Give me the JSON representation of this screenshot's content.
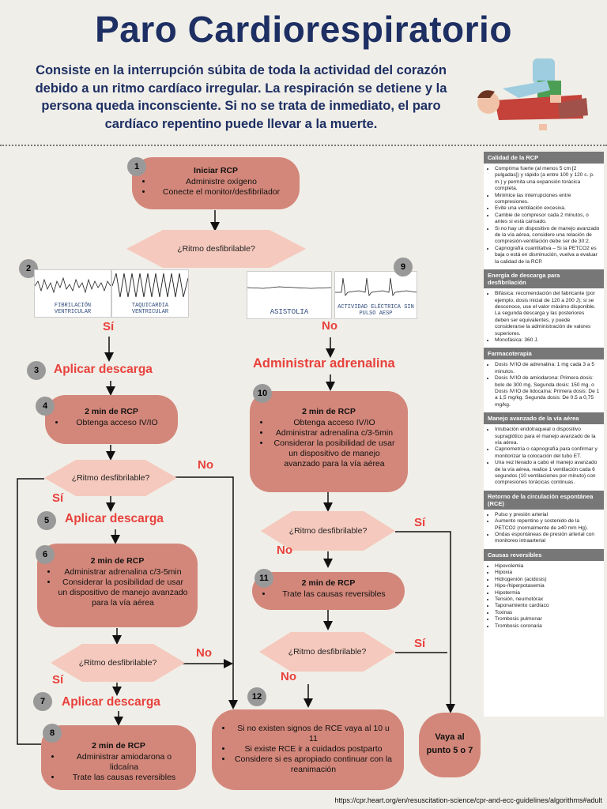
{
  "title": "Paro Cardiorespiratorio",
  "intro": "Consiste en la interrupción súbita de toda la actividad del corazón debido a un ritmo cardíaco irregular. La respiración se detiene y la persona queda inconsciente. Si no se trata de inmediato, el paro cardíaco repentino puede llevar a la muerte.",
  "nodes": {
    "n1": {
      "num": "1",
      "title": "Iniciar RCP",
      "items": [
        "Administre oxígeno",
        "Conecte el monitor/desfibrilador"
      ]
    },
    "q_top": "¿Ritmo desfibrilable?",
    "n2": "2",
    "n9": "9",
    "ecg_fv": "FIBRILACIÓN VENTRICULAR",
    "ecg_tv": "TAQUICARDIA VENTRICULAR",
    "ecg_as": "ASISTOLIA",
    "ecg_aesp": "ACTIVIDAD ELÉCTRICA SIN PULSO AESP",
    "si": "Sí",
    "no": "No",
    "n3": {
      "num": "3",
      "label": "Aplicar descarga"
    },
    "n4": {
      "num": "4",
      "title": "2 min de RCP",
      "items": [
        "Obtenga acceso IV/IO"
      ]
    },
    "q_left1": "¿Ritmo desfibrilable?",
    "n5": {
      "num": "5",
      "label": "Aplicar descarga"
    },
    "n6": {
      "num": "6",
      "title": "2 min de RCP",
      "items": [
        "Administrar adrenalina c/3-5min",
        "Considerar la posibilidad de usar un dispositivo de manejo avanzado para la vía aérea"
      ]
    },
    "q_left2": "¿Ritmo desfibrilable?",
    "n7": {
      "num": "7",
      "label": "Aplicar descarga"
    },
    "n8": {
      "num": "8",
      "title": "2 min de RCP",
      "items": [
        "Administrar amiodarona o lidcaína",
        "Trate las causas reversibles"
      ]
    },
    "adrenalina": "Administrar adrenalina",
    "n10": {
      "num": "10",
      "title": "2 min de RCP",
      "items": [
        "Obtenga acceso IV/IO",
        "Administrar adrenalina c/3-5min",
        "Considerar la posibilidad de usar un dispositivo de manejo avanzado para la vía aérea"
      ]
    },
    "q_right1": "¿Ritmo desfibrilable?",
    "n11": {
      "num": "11",
      "title": "2 min de RCP",
      "items": [
        "Trate las causas reversibles"
      ]
    },
    "q_right2": "¿Ritmo desfibrilable?",
    "n12": {
      "num": "12",
      "items": [
        "Si no existen signos de RCE vaya al 10 u 11",
        "Si existe RCE ir a cuidados postparto",
        "Considere si es apropiado continuar con la reanimación"
      ]
    },
    "goto": "Vaya al punto 5 o 7"
  },
  "sidebar": {
    "s1_title": "Calidad de la RCP",
    "s1_items": [
      "Comprima fuerte (al menos 5 cm [2 pulgadas]) y rápido (a entre 100 y 120 c. p. m.) y permita una expansión torácica completa.",
      "Minimice las interrupciones entre compresiones.",
      "Evite una ventilación excesiva.",
      "Cambie de compresor cada 2 minutos, o antes si está cansado.",
      "Si no hay un dispositivo de manejo avanzado de la vía aérea, considere una relación de compresión-ventilación debe ser de 30:2.",
      "Capnografía cuantitativa – Si la PETCO2 es baja o está en disminución, vuelva a evaluar la calidad de la RCP."
    ],
    "s2_title": "Energía de descarga para desfibrilación",
    "s2_items": [
      "Bifásica: recomendación del fabricante (por ejemplo, dosis inicial de 120 a 200 J); si se desconoce, use el valor máximo disponible. La segunda descarga y las posteriores deben ser equivalentes, y puede considerarse la administración de valores superiores.",
      "Monofásica: 360 J."
    ],
    "s3_title": "Farmacoterapia",
    "s3_items": [
      "Dosis IV/IO de adrenalina: 1 mg cada 3 a 5 minutos.",
      "Dosis IV/IO de amiodarona: Primera dosis: bolo de 300 mg. Segunda dosis: 150 mg. o Dosis IV/IO de lidocaína: Primera dosis: De 1 a 1,5 mg/kg. Segunda dosis: De 0.5 a 0,75 mg/kg."
    ],
    "s4_title": "Manejo avanzado de la vía aérea",
    "s4_items": [
      "Intubación endotraqueal o dispositivo supraglótico para el manejo avanzado de la vía aérea.",
      "Capnometría o capnografía para confirmar y monitorizar la colocación del tubo ET.",
      "Una vez llevado a cabo el manejo avanzado de la vía aérea, realice 1 ventilación cada 6 segundos (10 ventilaciones por minuto) con compresiones torácicas continuas."
    ],
    "s5_title": "Retorno de la circulación espontánea (RCE)",
    "s5_items": [
      "Pulso y presión arterial",
      "Aumento repentino y sostenido de la PETCO2 (normalmente de ≥40 mm Hg).",
      "Ondas espontáneas de presión arterial con monitoreo intraarterial"
    ],
    "s6_title": "Causas reversibles",
    "s6_items": [
      "Hipovolemia",
      "Hipoxia",
      "Hidrogenión (acidosis)",
      "Hipo-/hiperpotasemia",
      "Hipotermia",
      "Tensión, neumotórax",
      "Taponamiento cardíaco",
      "Toxinas",
      "Trombosis pulmonar",
      "Trombosis coronaria"
    ]
  },
  "url": "https://cpr.heart.org/en/resuscitation-science/cpr-and-ecc-guidelines/algorithms#adult",
  "colors": {
    "box": "#d3877a",
    "diamond": "#f5c9bd",
    "title": "#1d2f63",
    "red_label": "#e8413c",
    "background": "#f0eee8"
  }
}
